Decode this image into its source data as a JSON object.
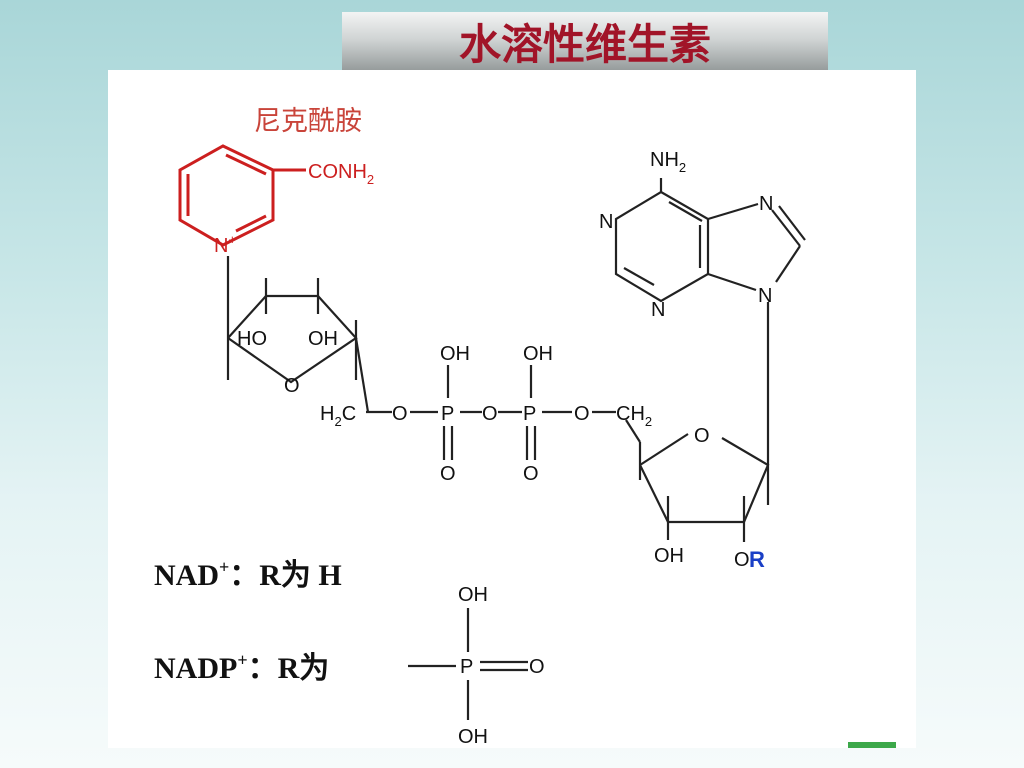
{
  "title": "水溶性维生素",
  "molecule": {
    "group_label": "尼克酰胺",
    "conh2": "CONH",
    "sub2": "2",
    "n_plus": "N",
    "plus": "+",
    "ring_n": "N",
    "nh2": "NH",
    "ho": "HO",
    "oh": "OH",
    "o": "O",
    "p": "P",
    "h2c": "H",
    "c": "C",
    "ch2": "CH",
    "r": "R"
  },
  "legend": {
    "nad_label": "NAD",
    "nadp_label": "NADP",
    "sup_plus": "+",
    "nad_rule": "：R为 H",
    "nadp_rule": "：R为"
  },
  "colors": {
    "title_red": "#a11428",
    "nicotinamide_red": "#cc1f1f",
    "r_blue": "#1a3fc6"
  }
}
